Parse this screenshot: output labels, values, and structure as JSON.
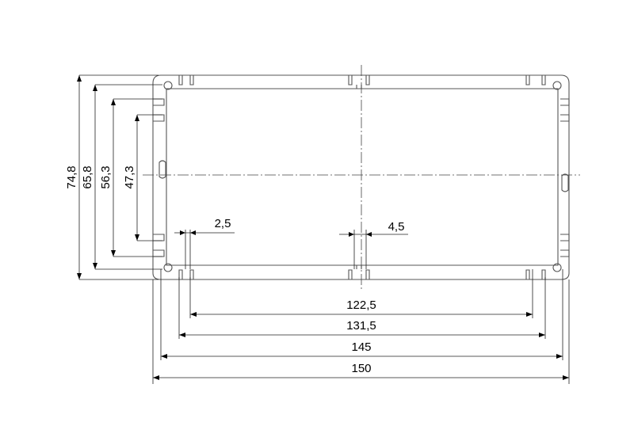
{
  "diagram": {
    "units_hint": "",
    "horizontal_dimensions": [
      "122,5",
      "131,5",
      "145",
      "150"
    ],
    "vertical_dimensions": [
      "74,8",
      "65,8",
      "56,3",
      "47,3"
    ],
    "detail_dimensions": [
      "2,5",
      "4,5"
    ]
  }
}
